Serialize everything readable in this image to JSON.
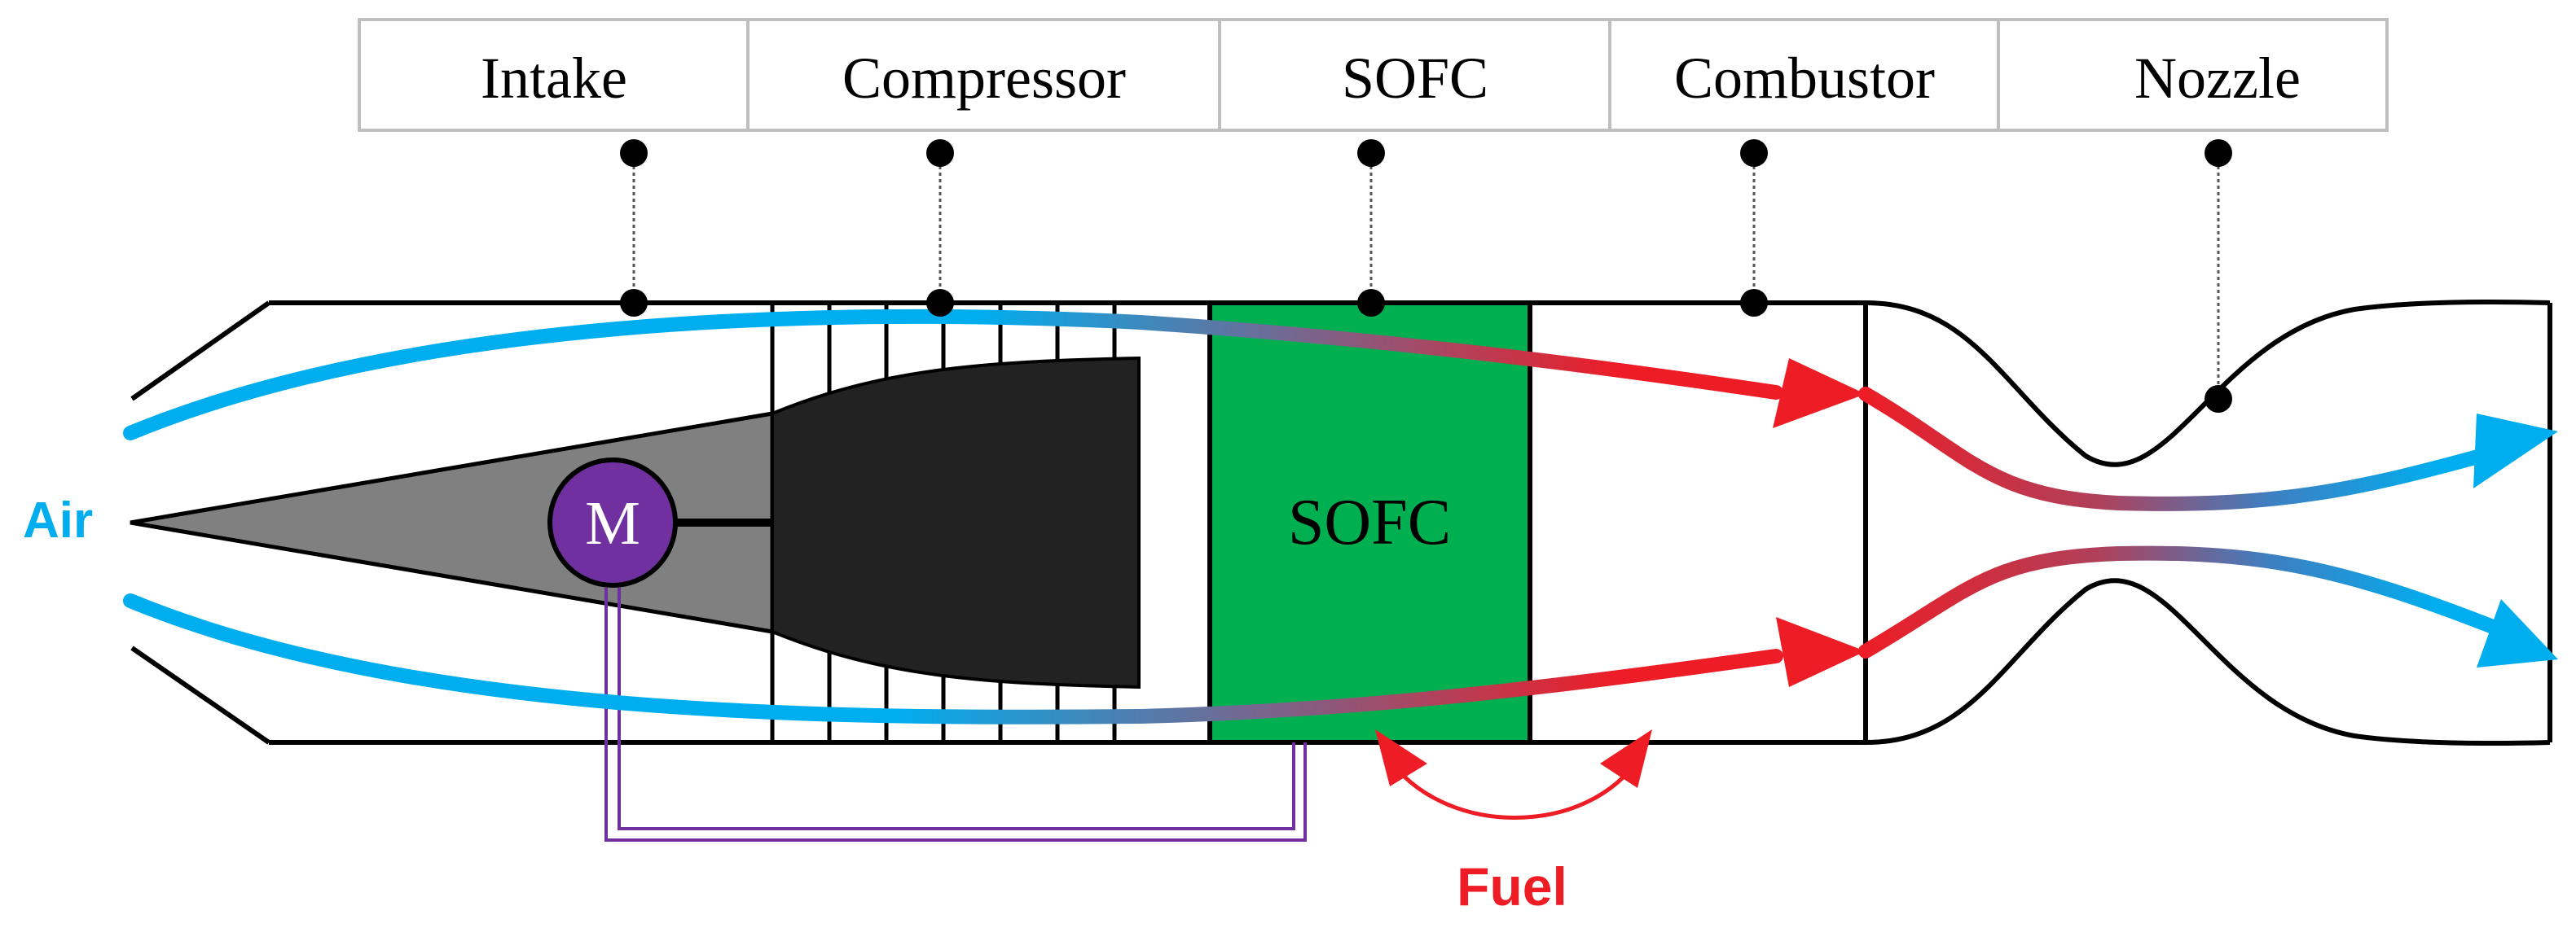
{
  "components": {
    "intake": "Intake",
    "compressor": "Compressor",
    "sofc": "SOFC",
    "combustor": "Combustor",
    "nozzle": "Nozzle"
  },
  "sofc_block_label": "SOFC",
  "motor_label": "M",
  "air_label": "Air",
  "fuel_label": "Fuel",
  "colors": {
    "air": "#00AEEF",
    "hot_gas": "#EE1C25",
    "sofc": "#00B050",
    "motor": "#7030A0",
    "spike": "#808080",
    "hub": "#222222"
  }
}
